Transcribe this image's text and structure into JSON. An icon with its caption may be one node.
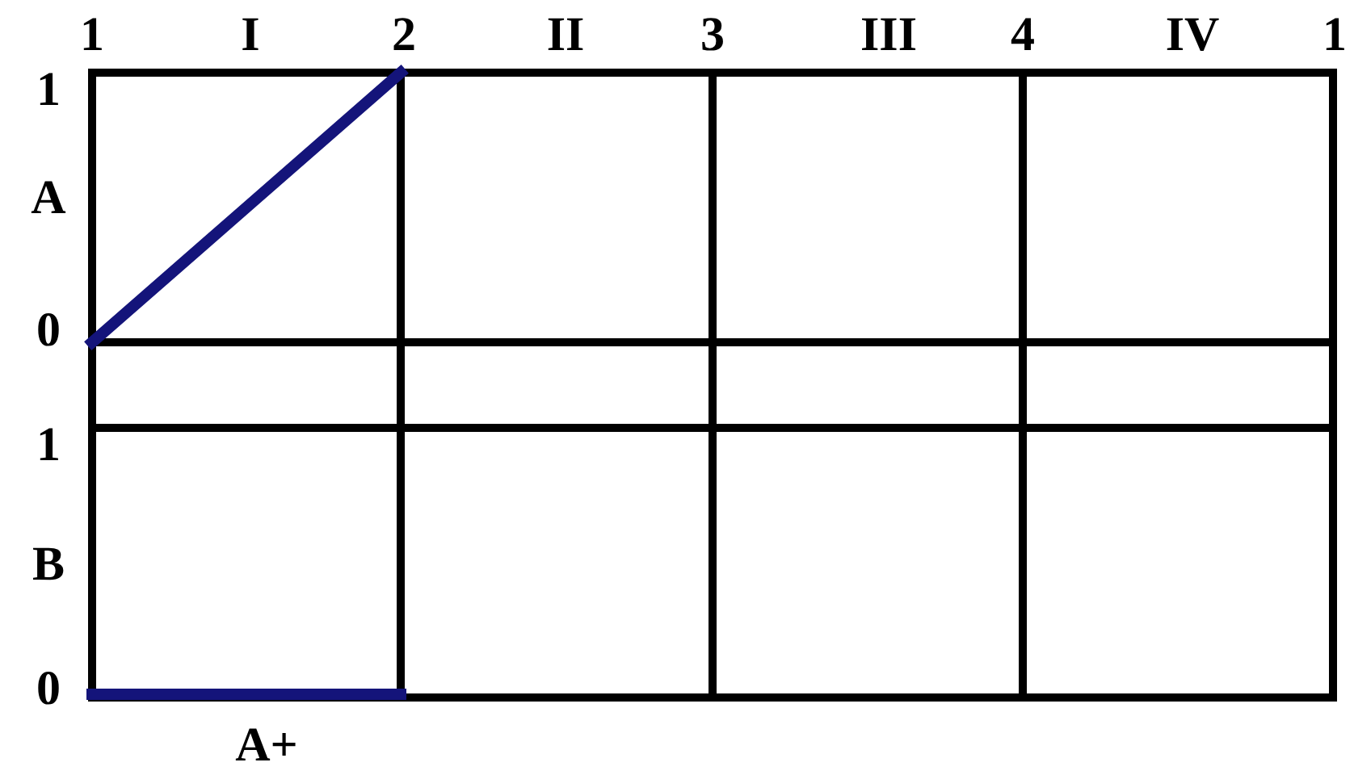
{
  "diagram": {
    "labels": [
      "1",
      "I",
      "2",
      "II",
      "3",
      "III",
      "4",
      "IV",
      "1",
      "1",
      "A",
      "0",
      "1",
      "B",
      "0",
      "A+"
    ]
  }
}
